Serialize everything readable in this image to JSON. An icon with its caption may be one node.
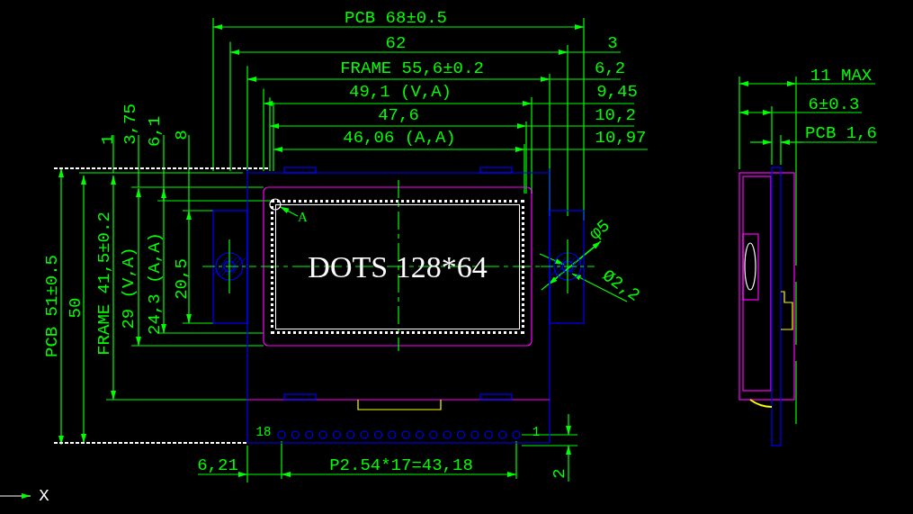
{
  "diagram": {
    "nodes": [
      {
        "text": [
          "DOTS 128*64"
        ]
      },
      {
        "text": [
          "A"
        ],
        "in": 0
      },
      {
        "text": [],
        "shape": "circle",
        "in": 0
      }
    ],
    "edges": [
      {
        "from": 1,
        "to": 2,
        "arrow": "to"
      }
    ],
    "labels": [
      "PCB 68±0.5",
      "62",
      "3",
      "FRAME 55,6±0.2",
      "6,2",
      "49,1 (V,A)",
      "9,45",
      "47,6",
      "10,2",
      "46,06 (A,A)",
      "10,97",
      "11 MAX",
      "6±0.3",
      "PCB 1,6",
      "1",
      "3,75",
      "6,1",
      "8",
      "φ5",
      "Ø2,2",
      "PCB 51±0.5",
      "50",
      "FRAME 41,5±0.2",
      "29 (V,A)",
      "24,3 (A,A)",
      "20,5",
      "18",
      "1",
      "6,21",
      "P2.54*17=43,18",
      "2",
      "X"
    ]
  }
}
